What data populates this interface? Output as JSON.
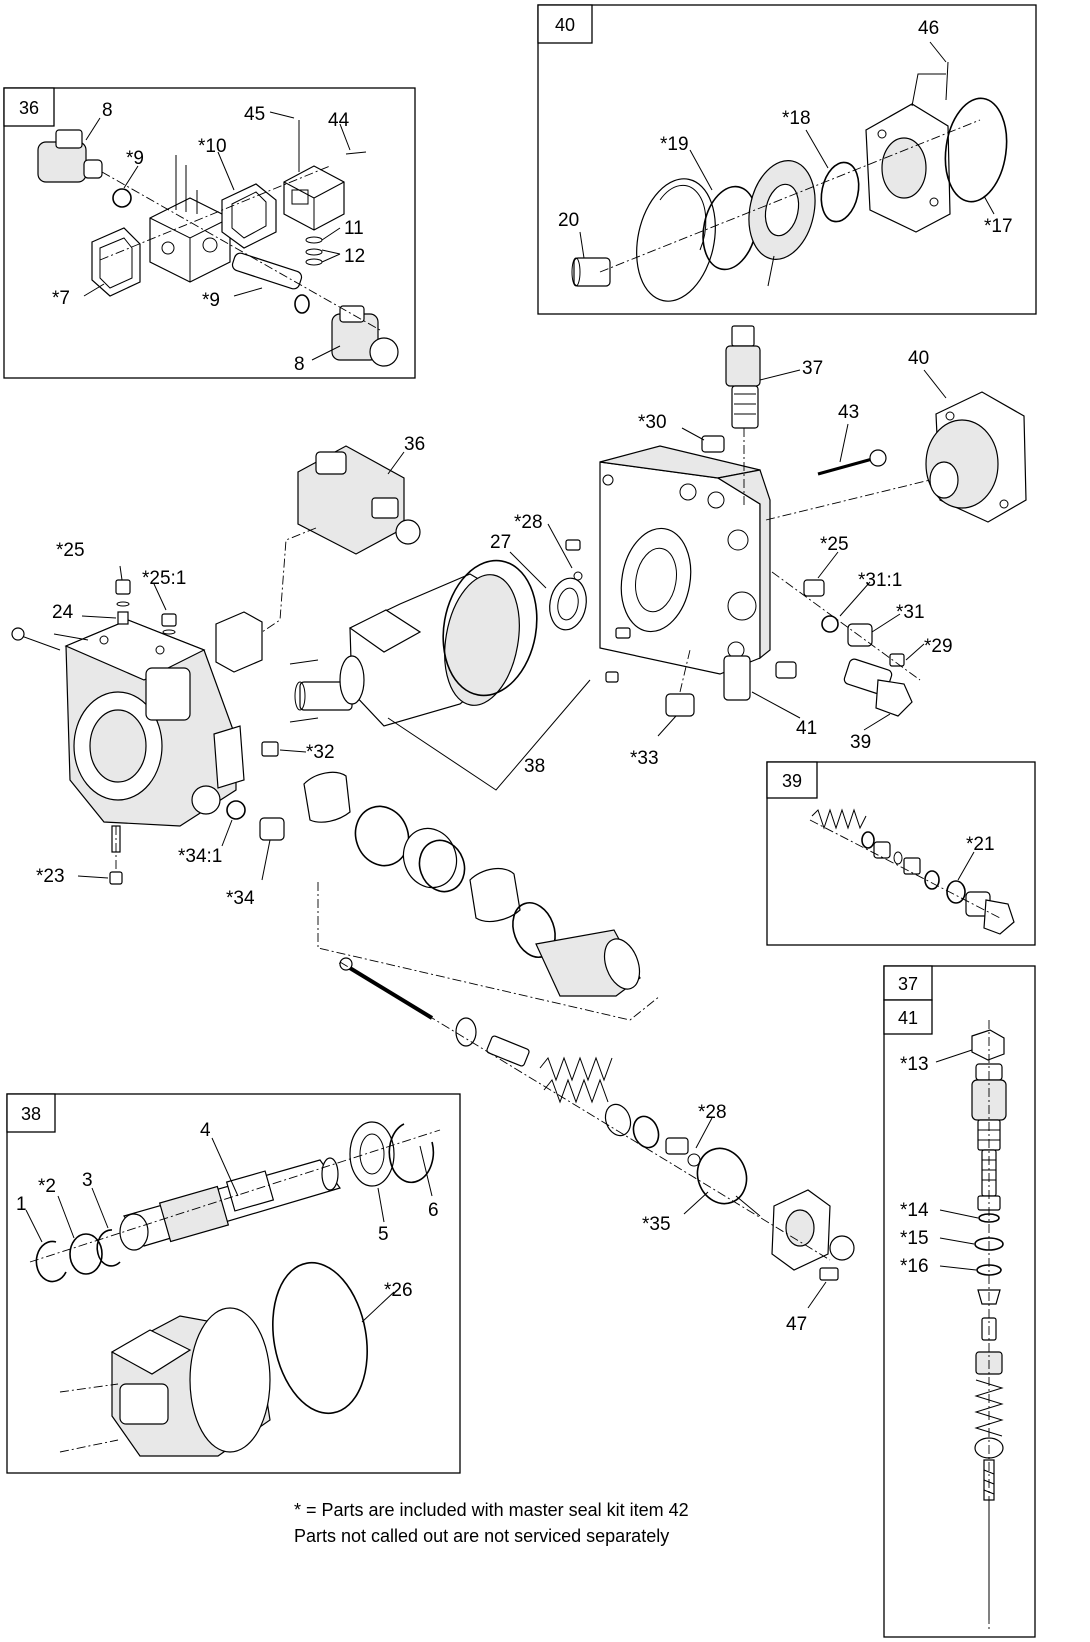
{
  "notes": {
    "line1": "* = Parts are included with master seal kit item  42",
    "line2": "Parts not called out are not serviced separately"
  },
  "insets": {
    "i36": {
      "tag": "36",
      "labels": [
        "8",
        "*9",
        "*10",
        "45",
        "44",
        "11",
        "12",
        "*7",
        "*9",
        "8"
      ]
    },
    "i40": {
      "tag": "40",
      "labels": [
        "46",
        "*18",
        "*19",
        "20",
        "*17"
      ]
    },
    "i39": {
      "tag": "39",
      "labels": [
        "*21"
      ]
    },
    "i38": {
      "tag": "38",
      "labels": [
        "4",
        "*2",
        "3",
        "1",
        "5",
        "6",
        "*26"
      ]
    },
    "i37": {
      "tag_top": "37",
      "tag_bottom": "41",
      "labels": [
        "*13",
        "*14",
        "*15",
        "*16"
      ]
    }
  },
  "main_labels": [
    "37",
    "40",
    "43",
    "*30",
    "36",
    "*28",
    "27",
    "*25",
    "*31:1",
    "*31",
    "*29",
    "*25",
    "*25:1",
    "24",
    "*32",
    "38",
    "*33",
    "41",
    "39",
    "*34:1",
    "*34",
    "*23",
    "*28",
    "*35",
    "47"
  ]
}
